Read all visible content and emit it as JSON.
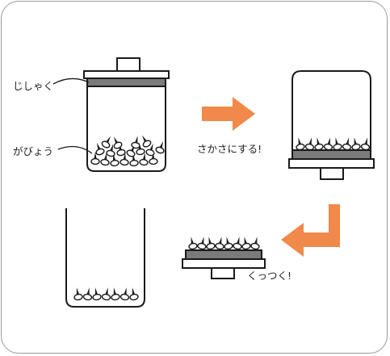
{
  "labels": {
    "magnet": "じしゃく",
    "pins": "がびょう",
    "step_flip": "さかさにする!",
    "step_stick": "くっつく!"
  },
  "colors": {
    "arrow": "#f0894a",
    "magnet_band": "#7b7b7b",
    "outline": "#1a1a1a",
    "frame": "#9a9a9a"
  }
}
